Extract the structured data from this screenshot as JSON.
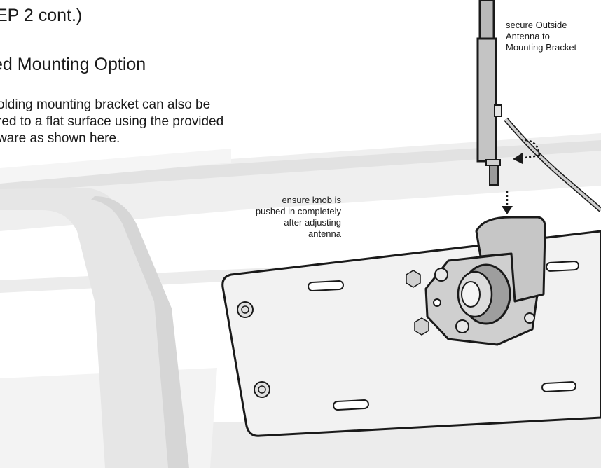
{
  "step_title": "EP 2 cont.)",
  "section_title": "ed Mounting Option",
  "body_lines": [
    "olding mounting bracket can also be",
    "red to a flat surface using the provided",
    "ware as shown here."
  ],
  "callout_antenna": [
    "secure Outside",
    "Antenna to",
    "Mounting Bracket"
  ],
  "callout_knob": [
    "ensure knob is",
    "pushed in completely",
    "after adjusting",
    "antenna"
  ],
  "colors": {
    "ink": "#1a1a1a",
    "rail_light": "#e8e8e8",
    "rail_mid": "#d4d4d4",
    "plate": "#f2f2f2",
    "bracket": "#c9c9c9"
  }
}
